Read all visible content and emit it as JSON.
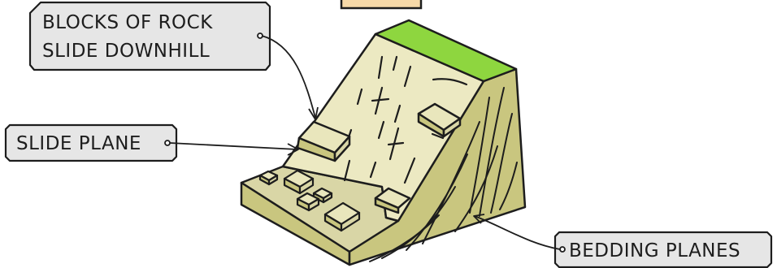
{
  "labels": {
    "blocks_slide": [
      "BLOCKS OF ROCK",
      "SLIDE DOWNHILL"
    ],
    "slide_plane": "SLIDE PLANE",
    "bedding_planes": "BEDDING PLANES"
  },
  "colors": {
    "slope_face": "#ece9c2",
    "grass_top": "#8ed63f",
    "side_face": "#c9c67f",
    "base_top": "#d9d6a6",
    "base_front": "#c9c67f",
    "block_top": "#e9e6bc",
    "block_side": "#c9c67f",
    "label_box": "#e6e6e6",
    "top_tab": "#f7d9a8",
    "outline": "#1d1d1d"
  }
}
